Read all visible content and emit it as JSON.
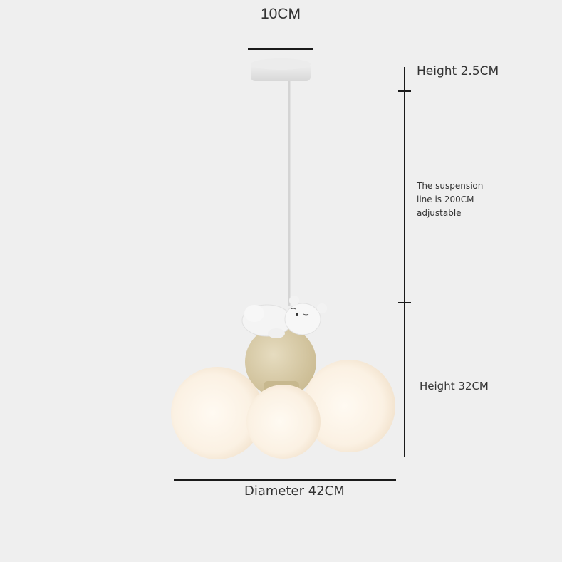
{
  "product": {
    "type": "pendant lamp dimension diagram",
    "description": "Cloud-style glass globe pendant light with sleeping bear figure"
  },
  "dimensions": {
    "canopy_width": "10CM",
    "canopy_height": "Height 2.5CM",
    "suspension_note": "The suspension line is 200CM adjustable",
    "suspension_lines": [
      "The suspension",
      "line is 200CM",
      "adjustable"
    ],
    "lamp_height": "Height 32CM",
    "diameter": "Diameter 42CM"
  },
  "colors": {
    "background": "#efefef",
    "globe": "#fbf3e8",
    "brass": "#d8cca8",
    "bear": "#f5f5f5",
    "canopy": "#e6e6e6",
    "line": "#1a1a1a"
  }
}
